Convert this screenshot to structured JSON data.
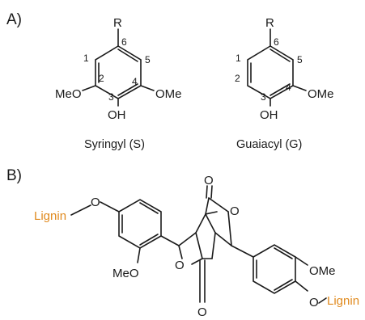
{
  "panels": {
    "a": "A)",
    "b": "B)"
  },
  "syringyl": {
    "name": "Syringyl (S)",
    "r": "R",
    "positions": [
      "1",
      "2",
      "3",
      "4",
      "5",
      "6"
    ],
    "left_sub": "MeO",
    "right_sub": "OMe",
    "bottom_sub": "OH"
  },
  "guaiacyl": {
    "name": "Guaiacyl (G)",
    "r": "R",
    "positions": [
      "1",
      "2",
      "3",
      "4",
      "5",
      "6"
    ],
    "right_sub": "OMe",
    "bottom_sub": "OH"
  },
  "dimer": {
    "lignin_left": "Lignin",
    "lignin_right": "Lignin",
    "o_left": "O",
    "o_right": "O",
    "meo_left": "MeO",
    "ome_right": "OMe",
    "ring_o_left": "O",
    "ring_o_right": "O",
    "carbonyl_o_top": "O",
    "carbonyl_o_bottom": "O"
  },
  "colors": {
    "lignin_label": "#e08a1e",
    "bond": "#1a1a1a"
  }
}
